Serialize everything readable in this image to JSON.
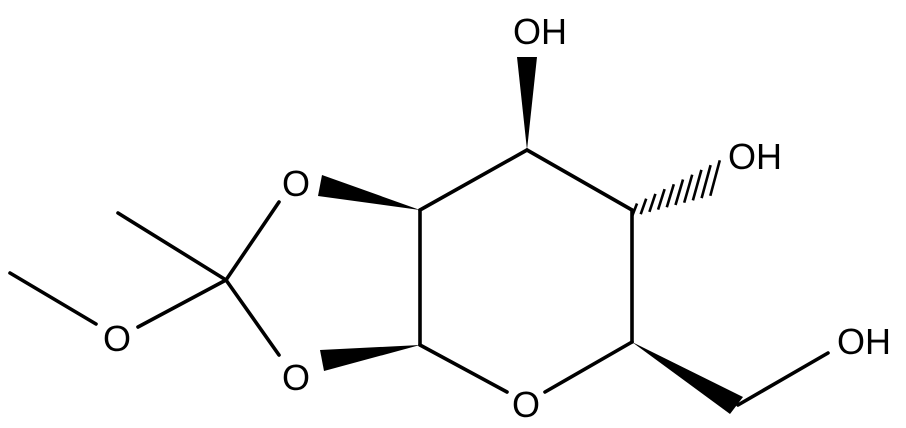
{
  "structure": {
    "labels": {
      "oh_top": "OH",
      "oh_right": "OH",
      "oh_side": "OH",
      "o_dioxolane_upper": "O",
      "o_dioxolane_lower": "O",
      "o_methoxy": "O",
      "o_ring": "O"
    },
    "colors": {
      "ink": "#000000",
      "background": "#ffffff"
    }
  }
}
